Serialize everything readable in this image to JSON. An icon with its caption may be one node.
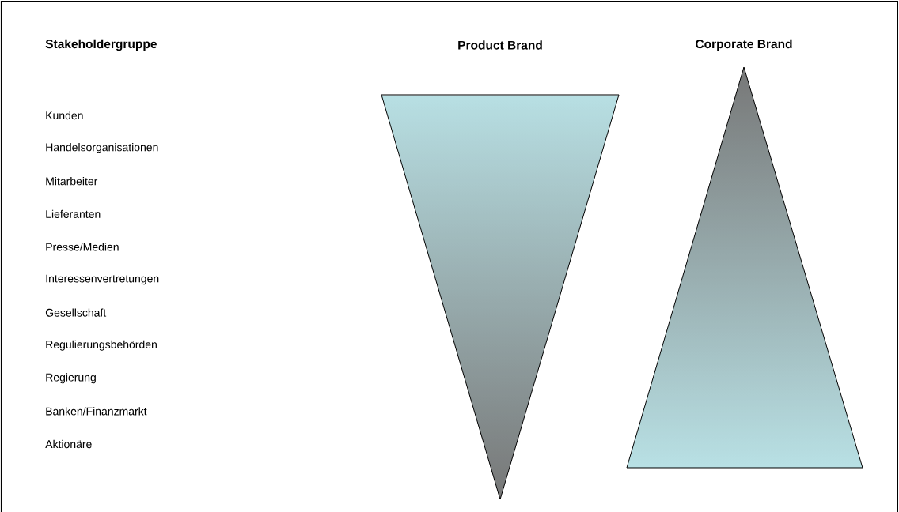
{
  "diagram": {
    "nodes": [
      {
        "text": [
          "Product Brand"
        ]
      },
      {
        "text": [
          "Corporate Brand"
        ]
      }
    ],
    "labels": [
      "Stakeholdergruppe",
      "Kunden",
      "Handelsorganisationen",
      "Mitarbeiter",
      "Lieferanten",
      "Presse/Medien",
      "Interessenvertretungen",
      "Gesellschaft",
      "Regulierungsbehörden",
      "Regierung",
      "Banken/Finanzmarkt",
      "Aktionäre"
    ]
  }
}
